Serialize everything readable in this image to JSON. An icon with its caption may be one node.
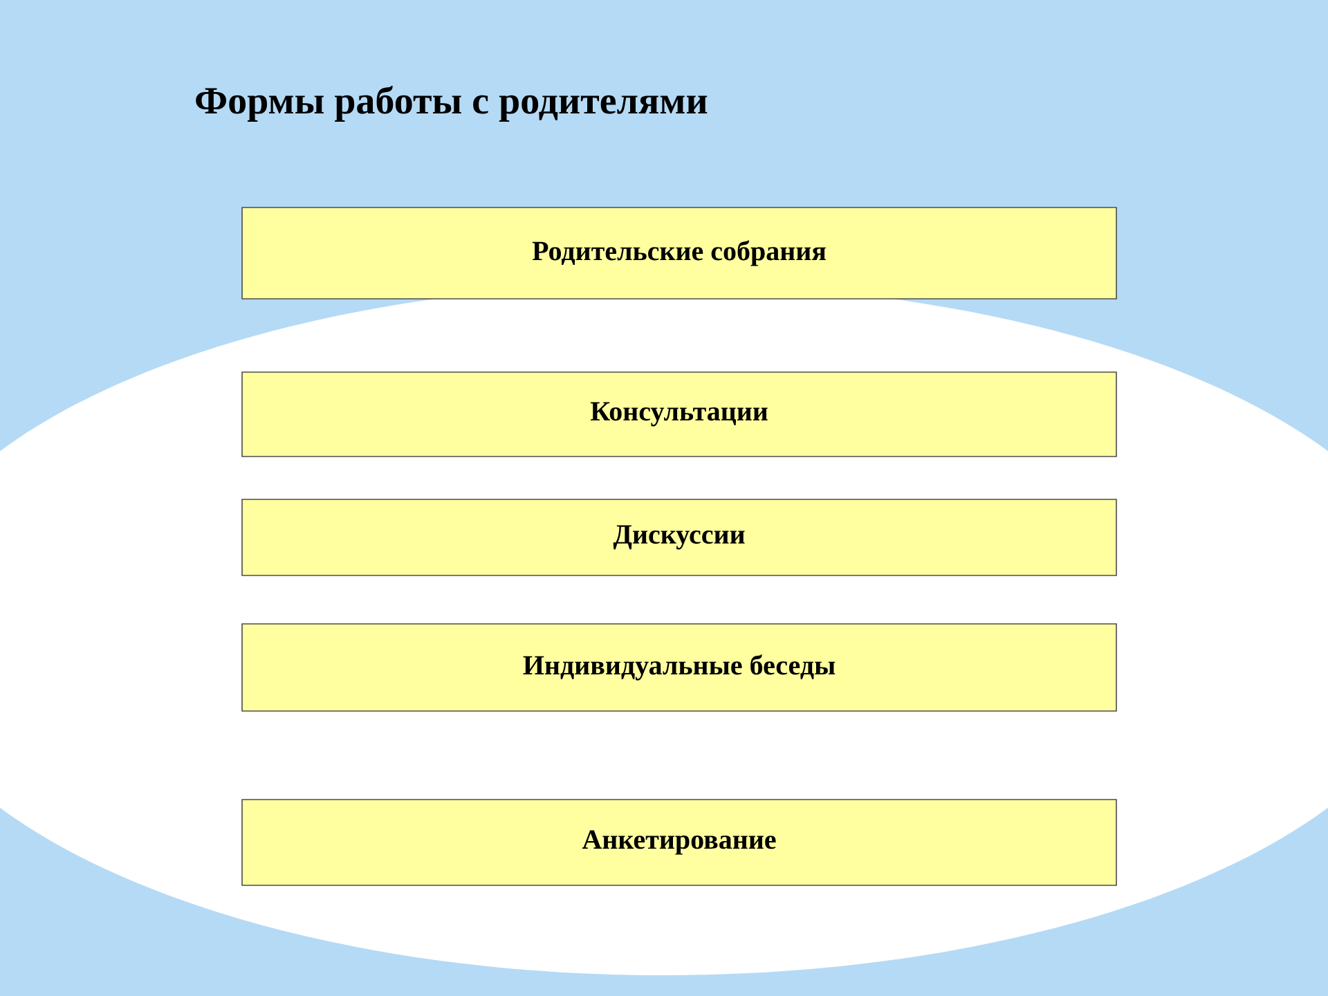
{
  "diagram": {
    "title": "Формы работы с родителями",
    "nodes": [
      {
        "text": [
          "Родительские собрания"
        ]
      },
      {
        "text": [
          "Консультации"
        ]
      },
      {
        "text": [
          "Дискуссии"
        ]
      },
      {
        "text": [
          "Индивидуальные беседы"
        ]
      },
      {
        "text": [
          "Анкетирование"
        ]
      }
    ]
  }
}
